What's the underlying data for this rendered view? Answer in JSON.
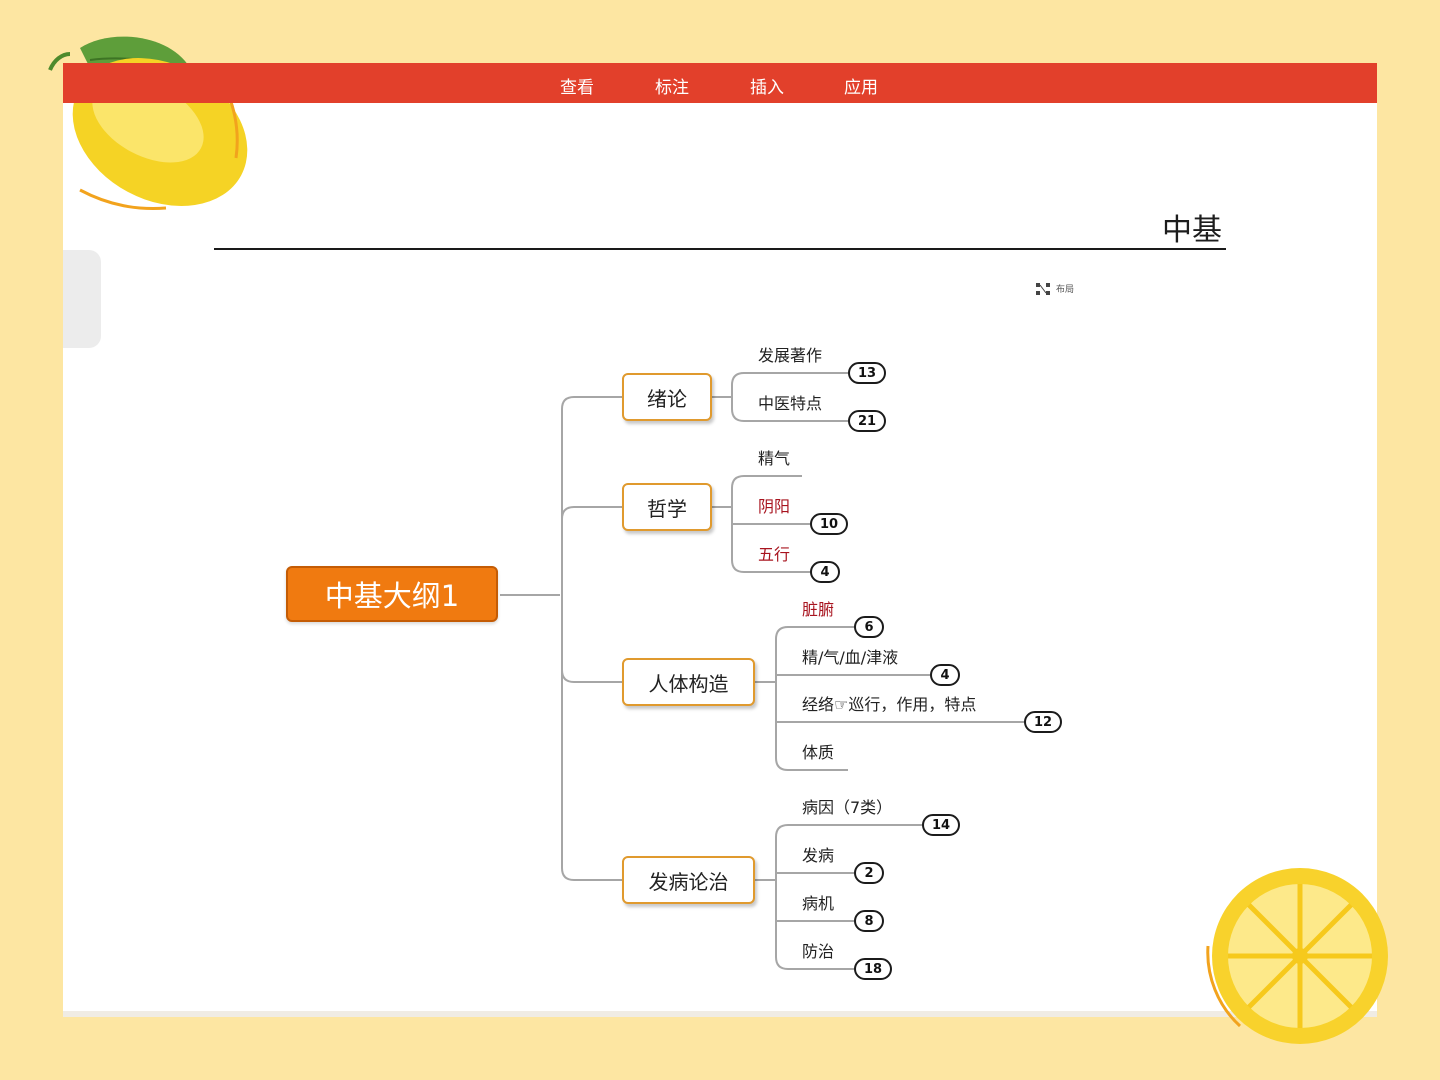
{
  "menu": [
    "查看",
    "标注",
    "插入",
    "应用"
  ],
  "page_title": "中基",
  "layout_button": "布局",
  "colors": {
    "background": "#fde6a2",
    "menubar": "#e2402b",
    "root_fill": "#f07a10",
    "branch_border": "#e09a2e",
    "emphasis_text": "#a8141f"
  },
  "mindmap": {
    "root": "中基大纲1",
    "branches": [
      {
        "label": "绪论",
        "children": [
          {
            "text": "发展著作",
            "count": "13",
            "emphasis": false
          },
          {
            "text": "中医特点",
            "count": "21",
            "emphasis": false
          }
        ]
      },
      {
        "label": "哲学",
        "children": [
          {
            "text": "精气",
            "count": "",
            "emphasis": false
          },
          {
            "text": "阴阳",
            "count": "10",
            "emphasis": true
          },
          {
            "text": "五行",
            "count": "4",
            "emphasis": true
          }
        ]
      },
      {
        "label": "人体构造",
        "children": [
          {
            "text": "脏腑",
            "count": "6",
            "emphasis": true
          },
          {
            "text": "精/气/血/津液",
            "count": "4",
            "emphasis": false
          },
          {
            "text": "经络☞巡行，作用，特点",
            "count": "12",
            "emphasis": false
          },
          {
            "text": "体质",
            "count": "",
            "emphasis": false
          }
        ]
      },
      {
        "label": "发病论治",
        "children": [
          {
            "text": "病因（7类）",
            "count": "14",
            "emphasis": false
          },
          {
            "text": "发病",
            "count": "2",
            "emphasis": false
          },
          {
            "text": "病机",
            "count": "8",
            "emphasis": false
          },
          {
            "text": "防治",
            "count": "18",
            "emphasis": false
          }
        ]
      }
    ]
  }
}
